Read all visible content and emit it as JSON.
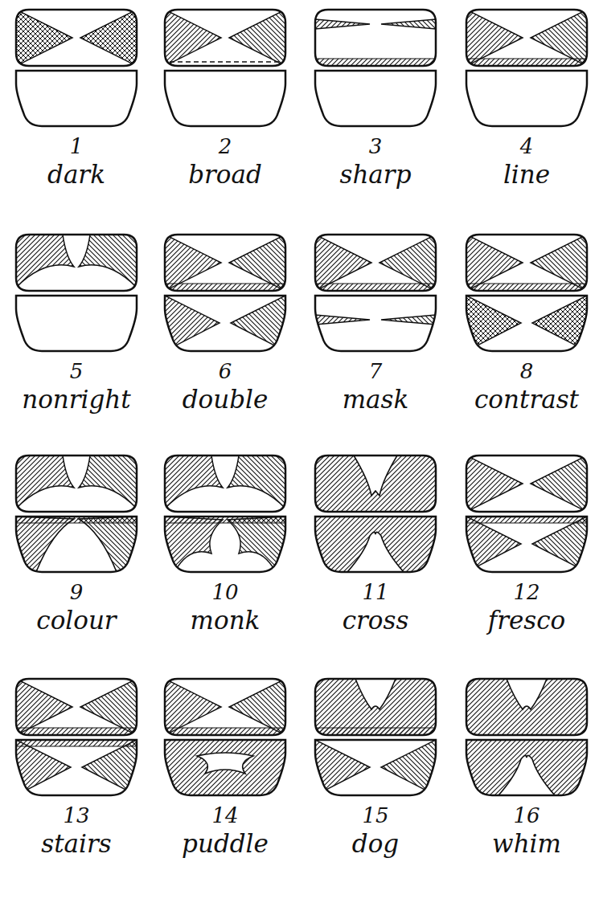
{
  "diagram": {
    "labels": [
      "1",
      "dark",
      "2",
      "broad",
      "3",
      "sharp",
      "4",
      "line",
      "5",
      "nonright",
      "6",
      "double",
      "7",
      "mask",
      "8",
      "contrast",
      "9",
      "colour",
      "10",
      "monk",
      "11",
      "cross",
      "12",
      "fresco",
      "13",
      "stairs",
      "14",
      "puddle",
      "15",
      "dog",
      "16",
      "whim"
    ]
  }
}
